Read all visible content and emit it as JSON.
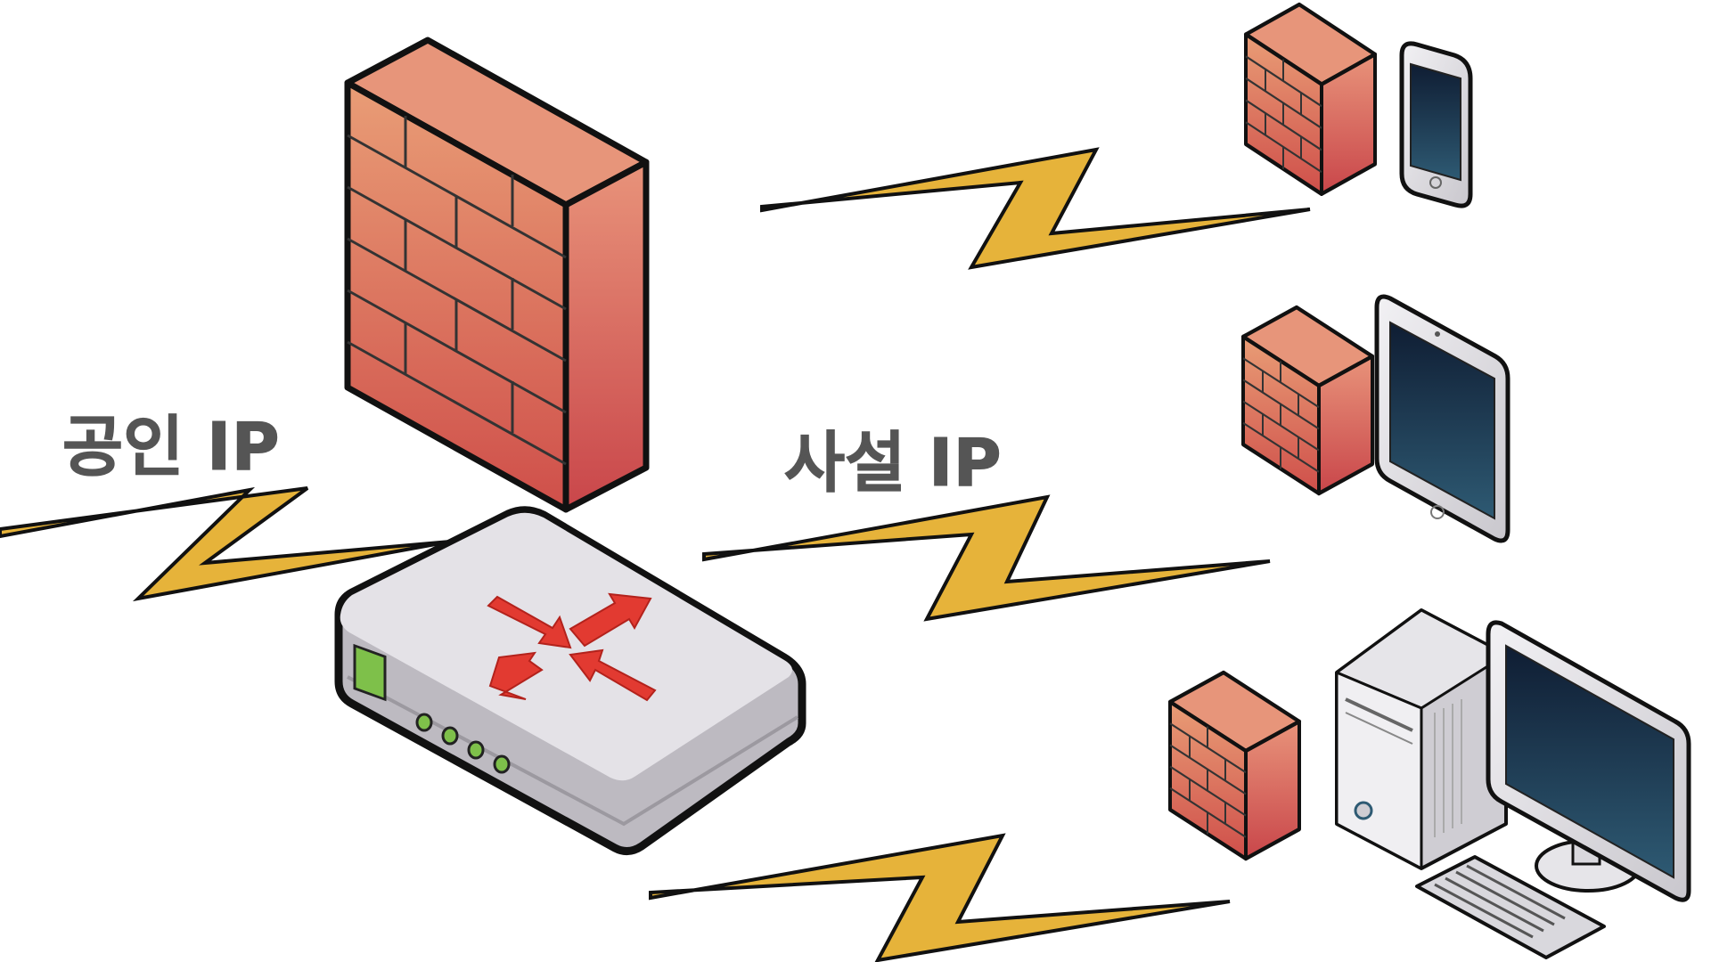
{
  "labels": {
    "public_ip": "공인 IP",
    "private_ip": "사설 IP"
  },
  "colors": {
    "background": "#ffffff",
    "brick_top": "#e99d76",
    "brick_bottom": "#cf4f4a",
    "brick_side_light": "#e8937a",
    "brick_side_dark": "#c9464a",
    "bolt": "#e6b33a",
    "outline": "#111111",
    "label_text": "#555555",
    "router_body": "#e4e2e7",
    "router_side": "#bdbac1",
    "router_arrow": "#e23a31",
    "led_green": "#7ec04a",
    "screen_top": "#0f1d33",
    "screen_bottom": "#2e5a73",
    "device_silver": "#d9d8dd"
  },
  "nodes": [
    {
      "name": "main-firewall",
      "icon": "brick-firewall-icon"
    },
    {
      "name": "nat-router",
      "icon": "router-icon"
    },
    {
      "name": "phone-firewall",
      "icon": "brick-firewall-icon"
    },
    {
      "name": "smartphone",
      "icon": "smartphone-icon"
    },
    {
      "name": "tablet-firewall",
      "icon": "brick-firewall-icon"
    },
    {
      "name": "tablet",
      "icon": "tablet-icon"
    },
    {
      "name": "desktop-firewall",
      "icon": "brick-firewall-icon"
    },
    {
      "name": "desktop-computer",
      "icon": "desktop-computer-icon"
    }
  ],
  "links": [
    {
      "from": "internet",
      "to": "nat-router",
      "type": "wireless-bolt"
    },
    {
      "from": "nat-router",
      "to": "smartphone",
      "type": "wireless-bolt"
    },
    {
      "from": "nat-router",
      "to": "tablet",
      "type": "wireless-bolt"
    },
    {
      "from": "nat-router",
      "to": "desktop-computer",
      "type": "wireless-bolt"
    }
  ]
}
